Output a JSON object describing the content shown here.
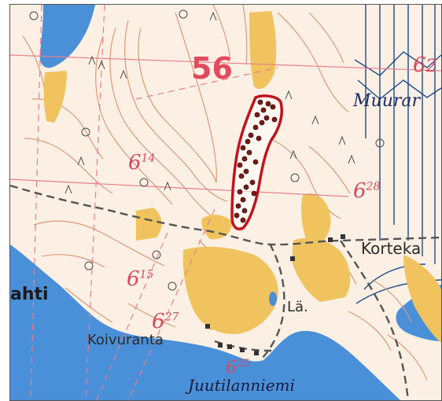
{
  "map": {
    "grid_number": "56",
    "elevations": [
      {
        "key": "e614",
        "text": "6"
      },
      {
        "key": "e628",
        "text": "6"
      },
      {
        "key": "e615",
        "text": "6"
      },
      {
        "key": "e627",
        "text": "6"
      },
      {
        "key": "e625",
        "text": "6"
      },
      {
        "key": "e62",
        "text": "6"
      }
    ],
    "elevation_suffixes": {
      "e614": "14",
      "e628": "28",
      "e615": "15",
      "e627": "27",
      "e625": "25",
      "e62": "2"
    },
    "places": {
      "muurar": "Muurar",
      "korteka": "Korteka",
      "la": "Lä.",
      "koivuranta": "Koivuranta",
      "juutilanniemi": "Juutilanniemi",
      "ahti": "ahti"
    },
    "colors": {
      "land": "#fbf0e3",
      "water": "#4a90d8",
      "field": "#f0c35e",
      "contour": "#d99a7c",
      "grid": "#e87e8e",
      "highlight": "#c0141d",
      "observation": "#7a1b1b",
      "road": "#555555",
      "marsh": "#1e4b8a"
    },
    "highlight_area": {
      "label": "",
      "observation_points": 28
    }
  }
}
